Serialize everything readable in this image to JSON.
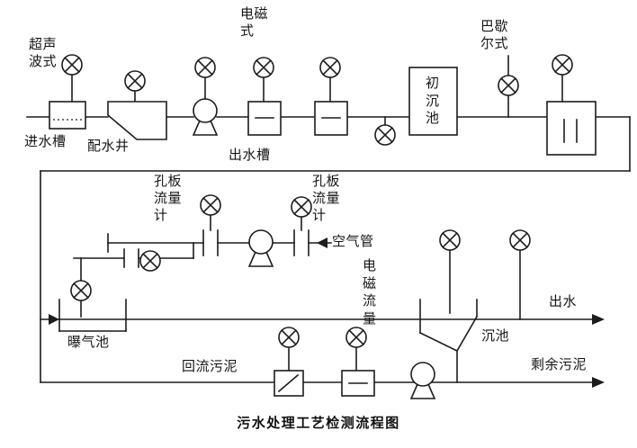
{
  "diagram": {
    "caption": "污水处理工艺检测流程图",
    "labels": {
      "ultrasonic_type": "超声波式",
      "inlet_channel": "进水槽",
      "distribution_well": "配水井",
      "electromagnetic_type": "电磁式",
      "outlet_channel": "出水槽",
      "primary_settling_tank": "初沉池",
      "parshall_type": "巴歇尔式",
      "orifice_flowmeter": "孔板流量计",
      "air_pipe": "空气管",
      "aeration_tank": "曝气池",
      "return_sludge": "回流污泥",
      "electromagnetic_flow": "电磁流量",
      "settling_tank": "沉池",
      "effluent": "出水",
      "excess_sludge": "剩余污泥"
    },
    "icons": {
      "valve_instrument": "circle-x",
      "pump": "circle-with-base",
      "orifice_plate": "parallel-bars",
      "flow_arrow": "filled-triangle"
    },
    "colors": {
      "line": "#1c1c1c",
      "background": "#ffffff"
    }
  }
}
